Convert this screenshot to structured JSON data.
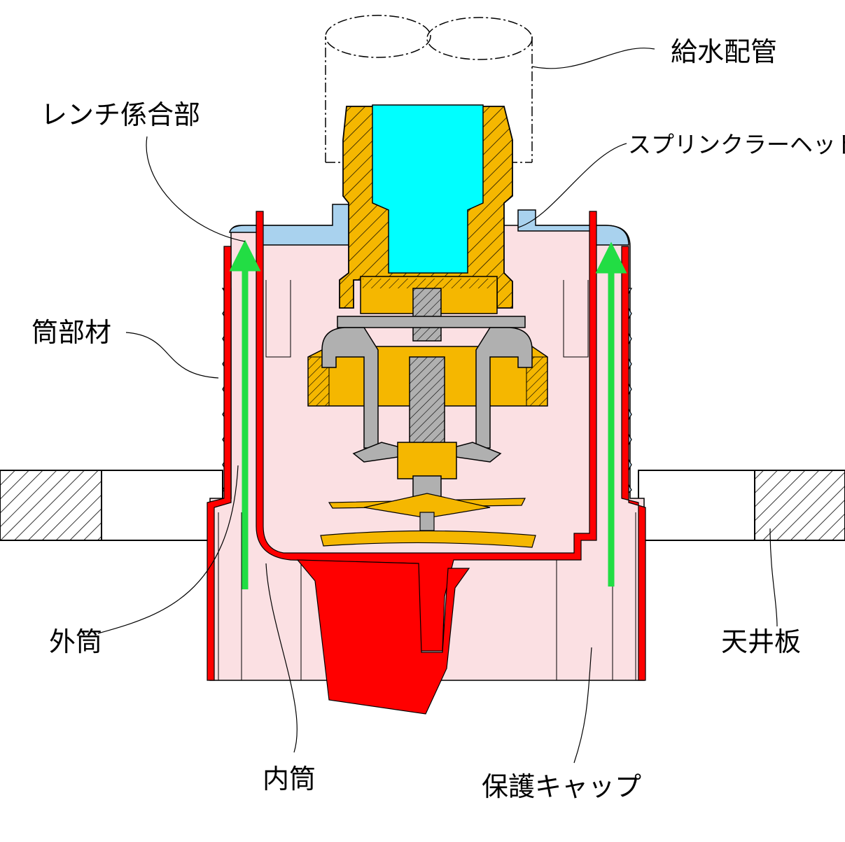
{
  "labels": {
    "supply_pipe": "給水配管",
    "wrench_engagement": "レンチ係合部",
    "sprinkler_head": "スプリンクラーヘッド",
    "tube_member": "筒部材",
    "outer_tube": "外筒",
    "ceiling_board": "天井板",
    "inner_tube": "内筒",
    "protective_cap": "保護キャップ"
  },
  "colors": {
    "water": "#00ffff",
    "brass": "#f5b700",
    "outer_tube": "#ff0000",
    "cap_fill": "#fbe0e3",
    "tube_member": "#a9d2ee",
    "flow_arrow": "#22dd44",
    "steel": "#b0b0b0"
  }
}
